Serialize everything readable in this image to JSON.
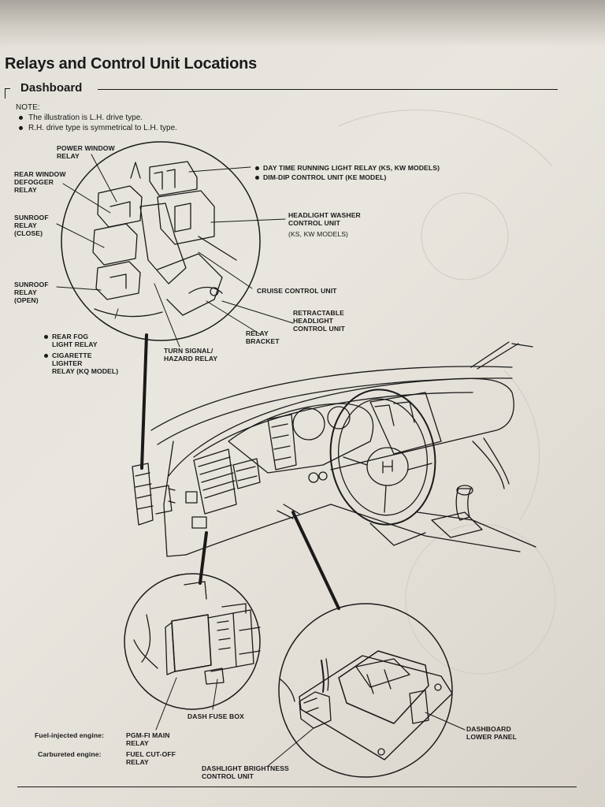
{
  "page": {
    "title": "Relays and Control Unit Locations",
    "section": "Dashboard"
  },
  "note": {
    "heading": "NOTE:",
    "items": [
      "The illustration is L.H. drive type.",
      "R.H. drive type is symmetrical to L.H. type."
    ]
  },
  "callouts": {
    "power_window_relay": "POWER WINDOW\nRELAY",
    "rear_window_defogger_relay": "REAR WINDOW\nDEFOGGER\nRELAY",
    "sunroof_relay_close": "SUNROOF\nRELAY\n(CLOSE)",
    "sunroof_relay_open": "SUNROOF\nRELAY\n(OPEN)",
    "rear_fog_light_relay": "REAR FOG\nLIGHT RELAY",
    "cigarette_lighter_relay": "CIGARETTE\nLIGHTER\nRELAY (KQ model)",
    "turn_signal_hazard_relay": "TURN SIGNAL/\nHAZARD RELAY",
    "relay_bracket": "RELAY\nBRACKET",
    "retractable_headlight_control_unit": "RETRACTABLE\nHEADLIGHT\nCONTROL UNIT",
    "cruise_control_unit": "CRUISE CONTROL UNIT",
    "headlight_washer_control_unit": "HEADLIGHT WASHER\nCONTROL UNIT",
    "headlight_washer_models": "(KS, KW models)",
    "day_time_running_light_relay": "DAY TIME RUNNING LIGHT RELAY (KS, KW models)",
    "dim_dip_control_unit": "DIM-DIP CONTROL UNIT (KE model)",
    "dash_fuse_box": "DASH FUSE BOX",
    "fuel_injected_engine": "Fuel-injected engine:",
    "pgm_fi_main_relay": "PGM-FI MAIN\nRELAY",
    "carbureted_engine": "Carbureted engine:",
    "fuel_cut_off_relay": "FUEL CUT-OFF\nRELAY",
    "dashboard_lower_panel": "DASHBOARD\nLOWER PANEL",
    "dashlight_brightness_control_unit": "DASHLIGHT BRIGHTNESS\nCONTROL UNIT"
  }
}
